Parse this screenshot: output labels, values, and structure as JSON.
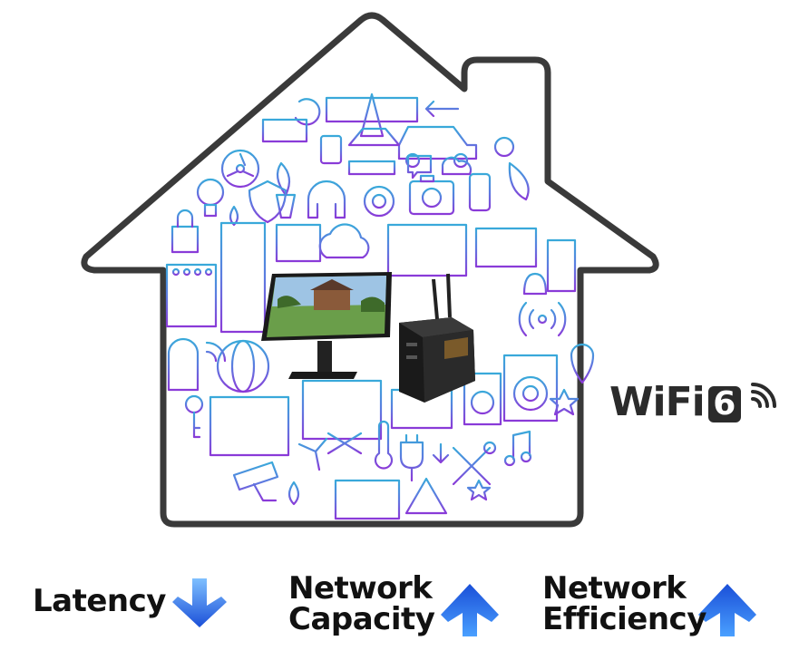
{
  "logo": {
    "text": "WiFi",
    "number": "6"
  },
  "metrics": [
    {
      "lines": [
        "Latency"
      ],
      "trend": "down"
    },
    {
      "lines": [
        "Network",
        "Capacity"
      ],
      "trend": "up"
    },
    {
      "lines": [
        "Network",
        "Efficiency"
      ],
      "trend": "up"
    }
  ],
  "colors": {
    "house_outline": "#3a3a3a",
    "icon_gradient_top": "#3aa8d8",
    "icon_gradient_bottom": "#8a3ad8",
    "arrow_blue": "#1f6fe0"
  },
  "icons": [
    "satellite-icon",
    "car-icon",
    "battery-icon",
    "smartwatch-icon",
    "lamp-icon",
    "gear-icon",
    "fan-icon",
    "plant-icon",
    "shield-icon",
    "camera-icon",
    "phone-icon",
    "cloud-icon",
    "fridge-icon",
    "tv-icon",
    "laptop-icon",
    "door-icon",
    "lock-icon",
    "stove-icon",
    "globe-icon",
    "mailbox-icon",
    "key-icon",
    "garage-icon",
    "snowflake-icon",
    "wind-turbine-icon",
    "thermometer-icon",
    "plug-icon",
    "tools-icon",
    "music-icon",
    "bell-icon",
    "antenna-icon",
    "washing-machine-icon",
    "location-pin-icon",
    "security-camera-icon",
    "radiator-icon",
    "recycle-icon",
    "monitor-icon",
    "router-icon"
  ]
}
